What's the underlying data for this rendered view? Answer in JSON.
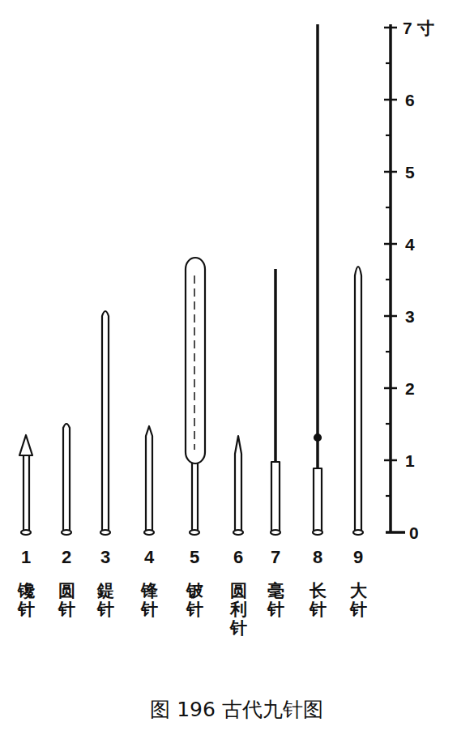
{
  "diagram": {
    "caption": "图 196 古代九针图",
    "labels": [
      "7 寸",
      "6",
      "5",
      "4",
      "3",
      "2",
      "1",
      "0",
      "1",
      "镵针",
      "2",
      "圆针",
      "3",
      "鍉针",
      "4",
      "锋针",
      "5",
      "铍针",
      "6",
      "圆利针",
      "7",
      "毫针",
      "8",
      "长针",
      "9",
      "大针"
    ]
  }
}
